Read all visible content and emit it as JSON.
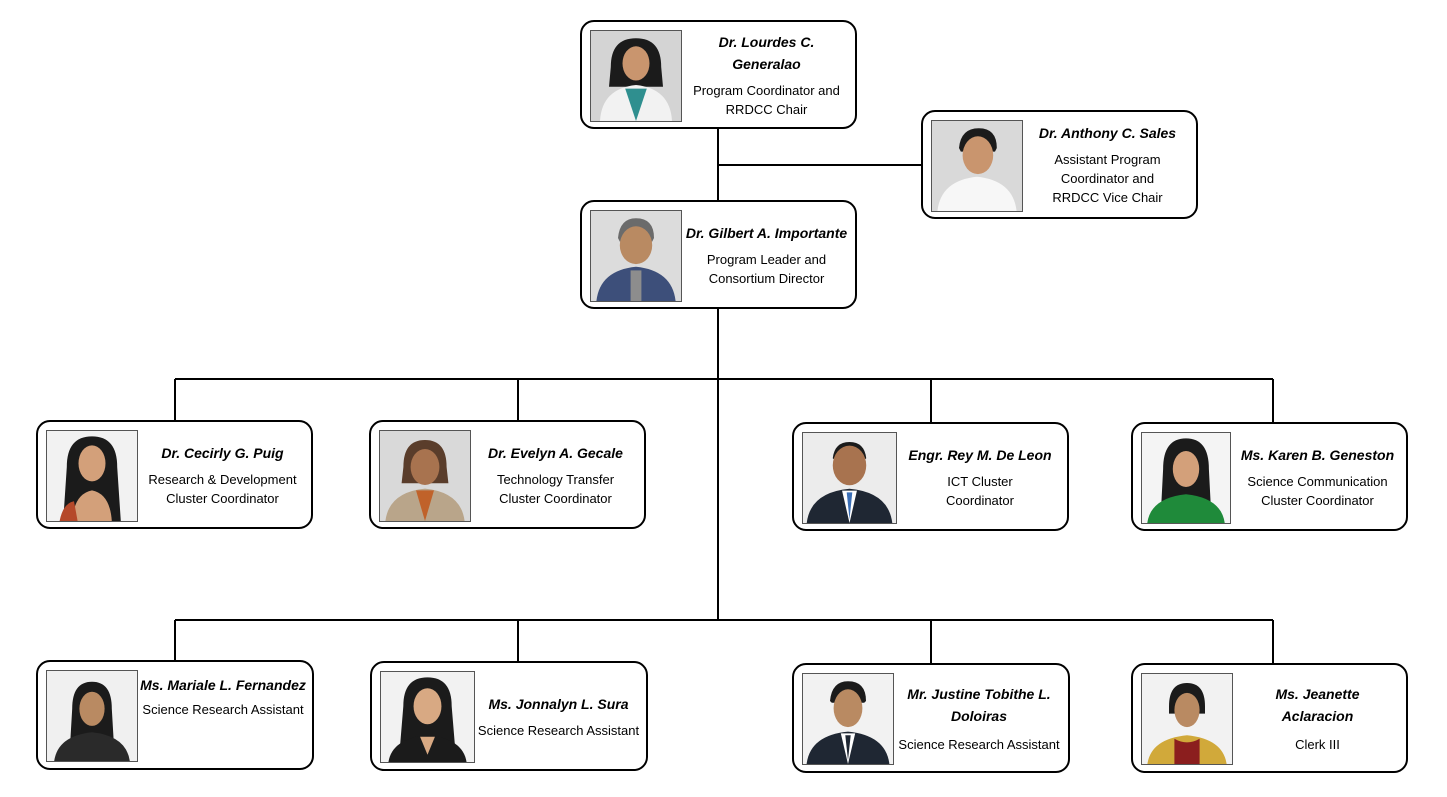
{
  "people": {
    "generalao": {
      "name": "Dr. Lourdes C. Generalao",
      "role": "Program Coordinator and\nRRDCC Chair"
    },
    "sales": {
      "name": "Dr. Anthony C. Sales",
      "role": "Assistant Program\nCoordinator and\nRRDCC Vice Chair"
    },
    "importante": {
      "name": "Dr. Gilbert A. Importante",
      "role": "Program Leader and\nConsortium Director"
    },
    "puig": {
      "name": "Dr. Cecirly G. Puig",
      "role": "Research & Development\nCluster Coordinator"
    },
    "gecale": {
      "name": "Dr. Evelyn A. Gecale",
      "role": "Technology Transfer\nCluster Coordinator"
    },
    "deleon": {
      "name": "Engr. Rey M. De Leon",
      "role": "ICT Cluster\nCoordinator"
    },
    "geneston": {
      "name": "Ms. Karen B. Geneston",
      "role": "Science Communication\nCluster Coordinator"
    },
    "fernandez": {
      "name": "Ms. Mariale L. Fernandez",
      "role": "Science Research Assistant"
    },
    "sura": {
      "name": "Ms. Jonnalyn L. Sura",
      "role": "Science Research Assistant"
    },
    "doloiras": {
      "name": "Mr. Justine Tobithe L.\nDoloiras",
      "role": "Science Research Assistant"
    },
    "aclaracion": {
      "name": "Ms. Jeanette\nAclaracion",
      "role": "Clerk III"
    }
  },
  "colors": {
    "line": "#000000",
    "photo_bg": "#d9d9d9",
    "skin": "#c9956e",
    "hair": "#1b1b1b",
    "blouse_white": "#f2f2f2",
    "suit_dark": "#1f2733",
    "barong_blue": "#3d4f7a",
    "beige": "#b9a58a",
    "green_shirt": "#1f8a3a",
    "mustard": "#d1a93a",
    "tie_blue": "#3b6fb6"
  }
}
